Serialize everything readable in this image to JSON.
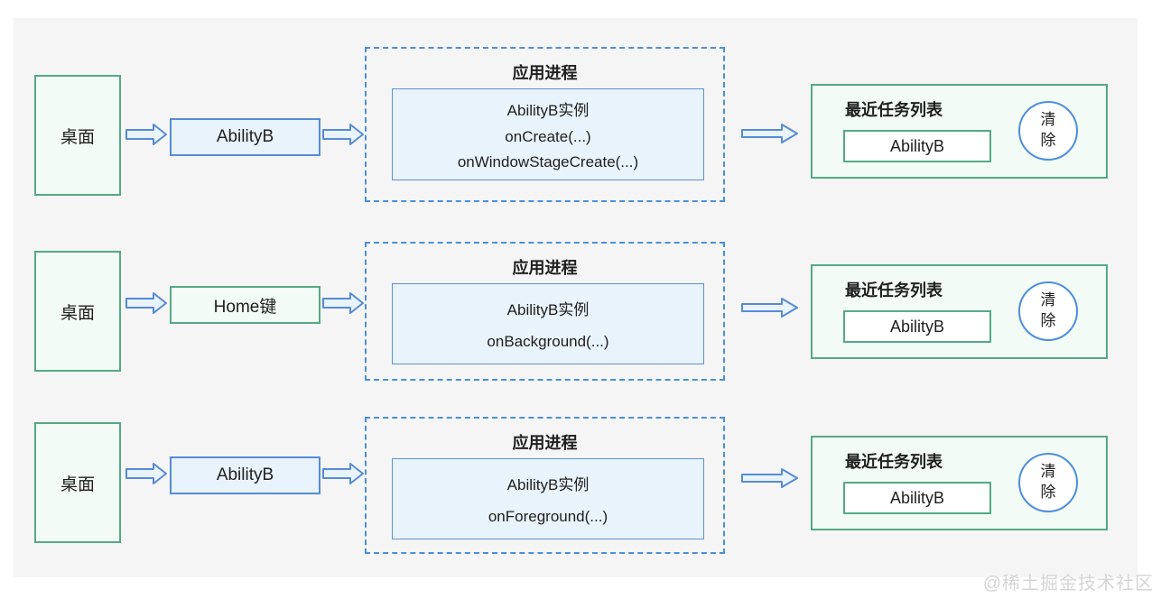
{
  "watermark": "@稀土掘金技术社区",
  "colors": {
    "green_border": "#55a985",
    "green_fill": "#f3fbf6",
    "blue_border": "#568bd4",
    "blue_fill": "#e9f3fb",
    "dashed_border": "#4a90d8",
    "circle_border": "#4c8ee0",
    "canvas_bg": "#f5f5f6",
    "text": "#1f1f1f"
  },
  "rows": [
    {
      "desktop_label": "桌面",
      "trigger_label": "AbilityB",
      "process": {
        "title": "应用进程",
        "instance_label": "AbilityB实例",
        "callbacks": [
          "onCreate(...)",
          "onWindowStageCreate(...)"
        ]
      },
      "recent": {
        "title": "最近任务列表",
        "task_label": "AbilityB",
        "clear_label": "清除"
      }
    },
    {
      "desktop_label": "桌面",
      "trigger_label": "Home键",
      "process": {
        "title": "应用进程",
        "instance_label": "AbilityB实例",
        "callbacks": [
          "onBackground(...)"
        ]
      },
      "recent": {
        "title": "最近任务列表",
        "task_label": "AbilityB",
        "clear_label": "清除"
      }
    },
    {
      "desktop_label": "桌面",
      "trigger_label": "AbilityB",
      "process": {
        "title": "应用进程",
        "instance_label": "AbilityB实例",
        "callbacks": [
          "onForeground(...)"
        ]
      },
      "recent": {
        "title": "最近任务列表",
        "task_label": "AbilityB",
        "clear_label": "清除"
      }
    }
  ]
}
